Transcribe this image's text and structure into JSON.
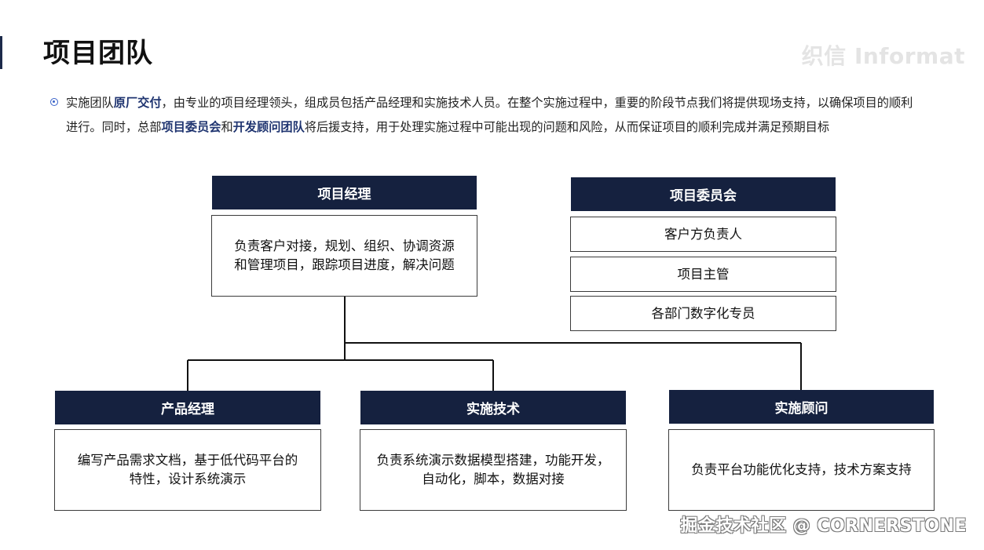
{
  "page": {
    "title": "项目团队",
    "brand": "织信 Informat",
    "watermark": "掘金技术社区 @ CORNERSTONE"
  },
  "intro": {
    "p1": "实施团队",
    "hl1": "原厂交付",
    "p2": "，由专业的项目经理领头，组成员包括产品经理和实施技术人员。在整个实施过程中，重要的阶段节点我们将提供现场支持，以确保项目的顺利进行。同时，总部",
    "hl2": "项目委员会",
    "p3": "和",
    "hl3": "开发顾问团队",
    "p4": "将后援支持，用于处理实施过程中可能出现的问题和风险，从而保证项目的顺利完成并满足预期目标"
  },
  "pm": {
    "title": "项目经理",
    "desc_line1": "负责客户对接，规划、组织、协调资源",
    "desc_line2": "和管理项目，跟踪项目进度，解决问题"
  },
  "committee": {
    "title": "项目委员会",
    "members": [
      "客户方负责人",
      "项目主管",
      "各部门数字化专员"
    ]
  },
  "roles": [
    {
      "title": "产品经理",
      "desc_line1": "编写产品需求文档，基于低代码平台的",
      "desc_line2": "特性，设计系统演示"
    },
    {
      "title": "实施技术",
      "desc_line1": "负责系统演示数据模型搭建，功能开发，",
      "desc_line2": "自动化，脚本，数据对接"
    },
    {
      "title": "实施顾问",
      "desc_line1": "负责平台功能优化支持，技术方案支持",
      "desc_line2": ""
    }
  ],
  "colors": {
    "header_bg": "#15213f",
    "highlight": "#1f3470",
    "bullet": "#3a63c9"
  }
}
